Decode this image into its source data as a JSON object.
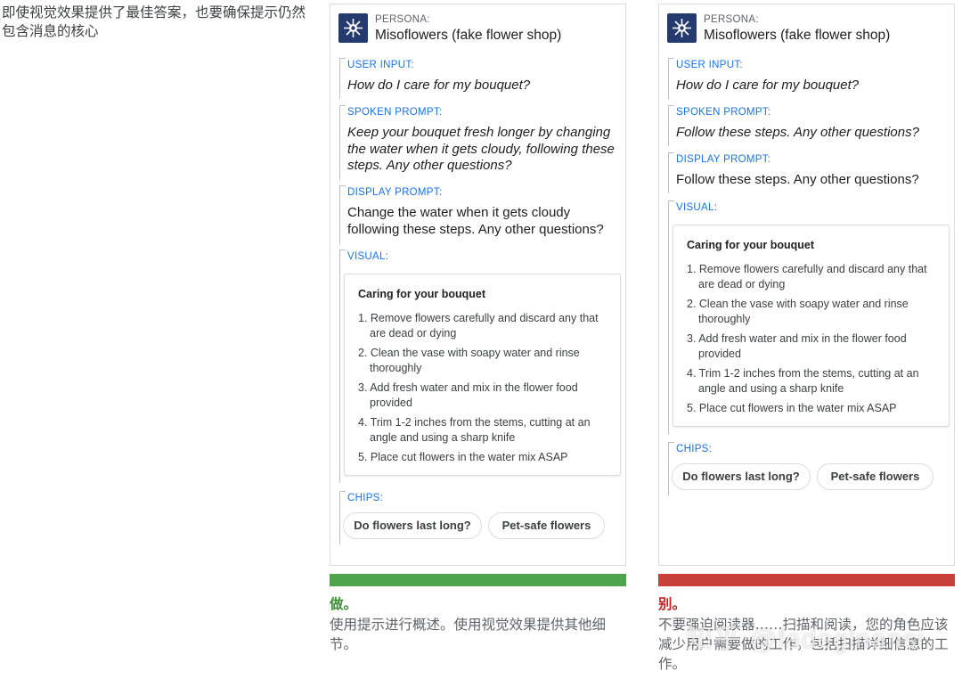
{
  "intro_text": "即使视觉效果提供了最佳答案，也要确保提示仍然包含消息的核心",
  "labels": {
    "persona": "PERSONA:",
    "user_input": "USER INPUT:",
    "spoken_prompt": "SPOKEN PROMPT:",
    "display_prompt": "DISPLAY PROMPT:",
    "visual": "VISUAL:",
    "chips": "CHIPS:"
  },
  "persona_name": "Misoflowers (fake flower shop)",
  "user_input": "How do I care for my bouquet?",
  "visual_card": {
    "title": "Caring for your bouquet",
    "steps": [
      "1. Remove flowers carefully and discard any that are dead or dying",
      "2. Clean the vase with soapy water and rinse thoroughly",
      "3. Add fresh water and mix in the flower food provided",
      "4. Trim 1-2 inches from the stems, cutting at an angle and using a sharp knife",
      "5. Place cut flowers in the water mix ASAP"
    ]
  },
  "chips": [
    "Do flowers last long?",
    "Pet-safe flowers"
  ],
  "do_example": {
    "spoken_prompt": "Keep your bouquet fresh longer by changing the water when it gets cloudy, following these steps. Any other questions?",
    "display_prompt": "Change the water when it gets cloudy following these steps. Any other questions?",
    "verdict": "做。",
    "caption": "使用提示进行概述。使用视觉效果提供其他细节。",
    "color": "#4fa34a"
  },
  "dont_example": {
    "spoken_prompt": "Follow these steps. Any other questions?",
    "display_prompt": "Follow these steps. Any other questions?",
    "verdict": "别。",
    "caption": "不要强迫阅读器……扫描和阅读，您的角色应该减少用户需要做的工作，包括扫描详细信息的工作。",
    "color": "#c9403a"
  },
  "watermark": "知乎 @fadeglnansi",
  "colors": {
    "label_blue": "#1a73e8",
    "logo_navy": "#253a6e",
    "border": "#dadce0"
  },
  "icons": {
    "persona_logo": "flower-logo-icon"
  }
}
